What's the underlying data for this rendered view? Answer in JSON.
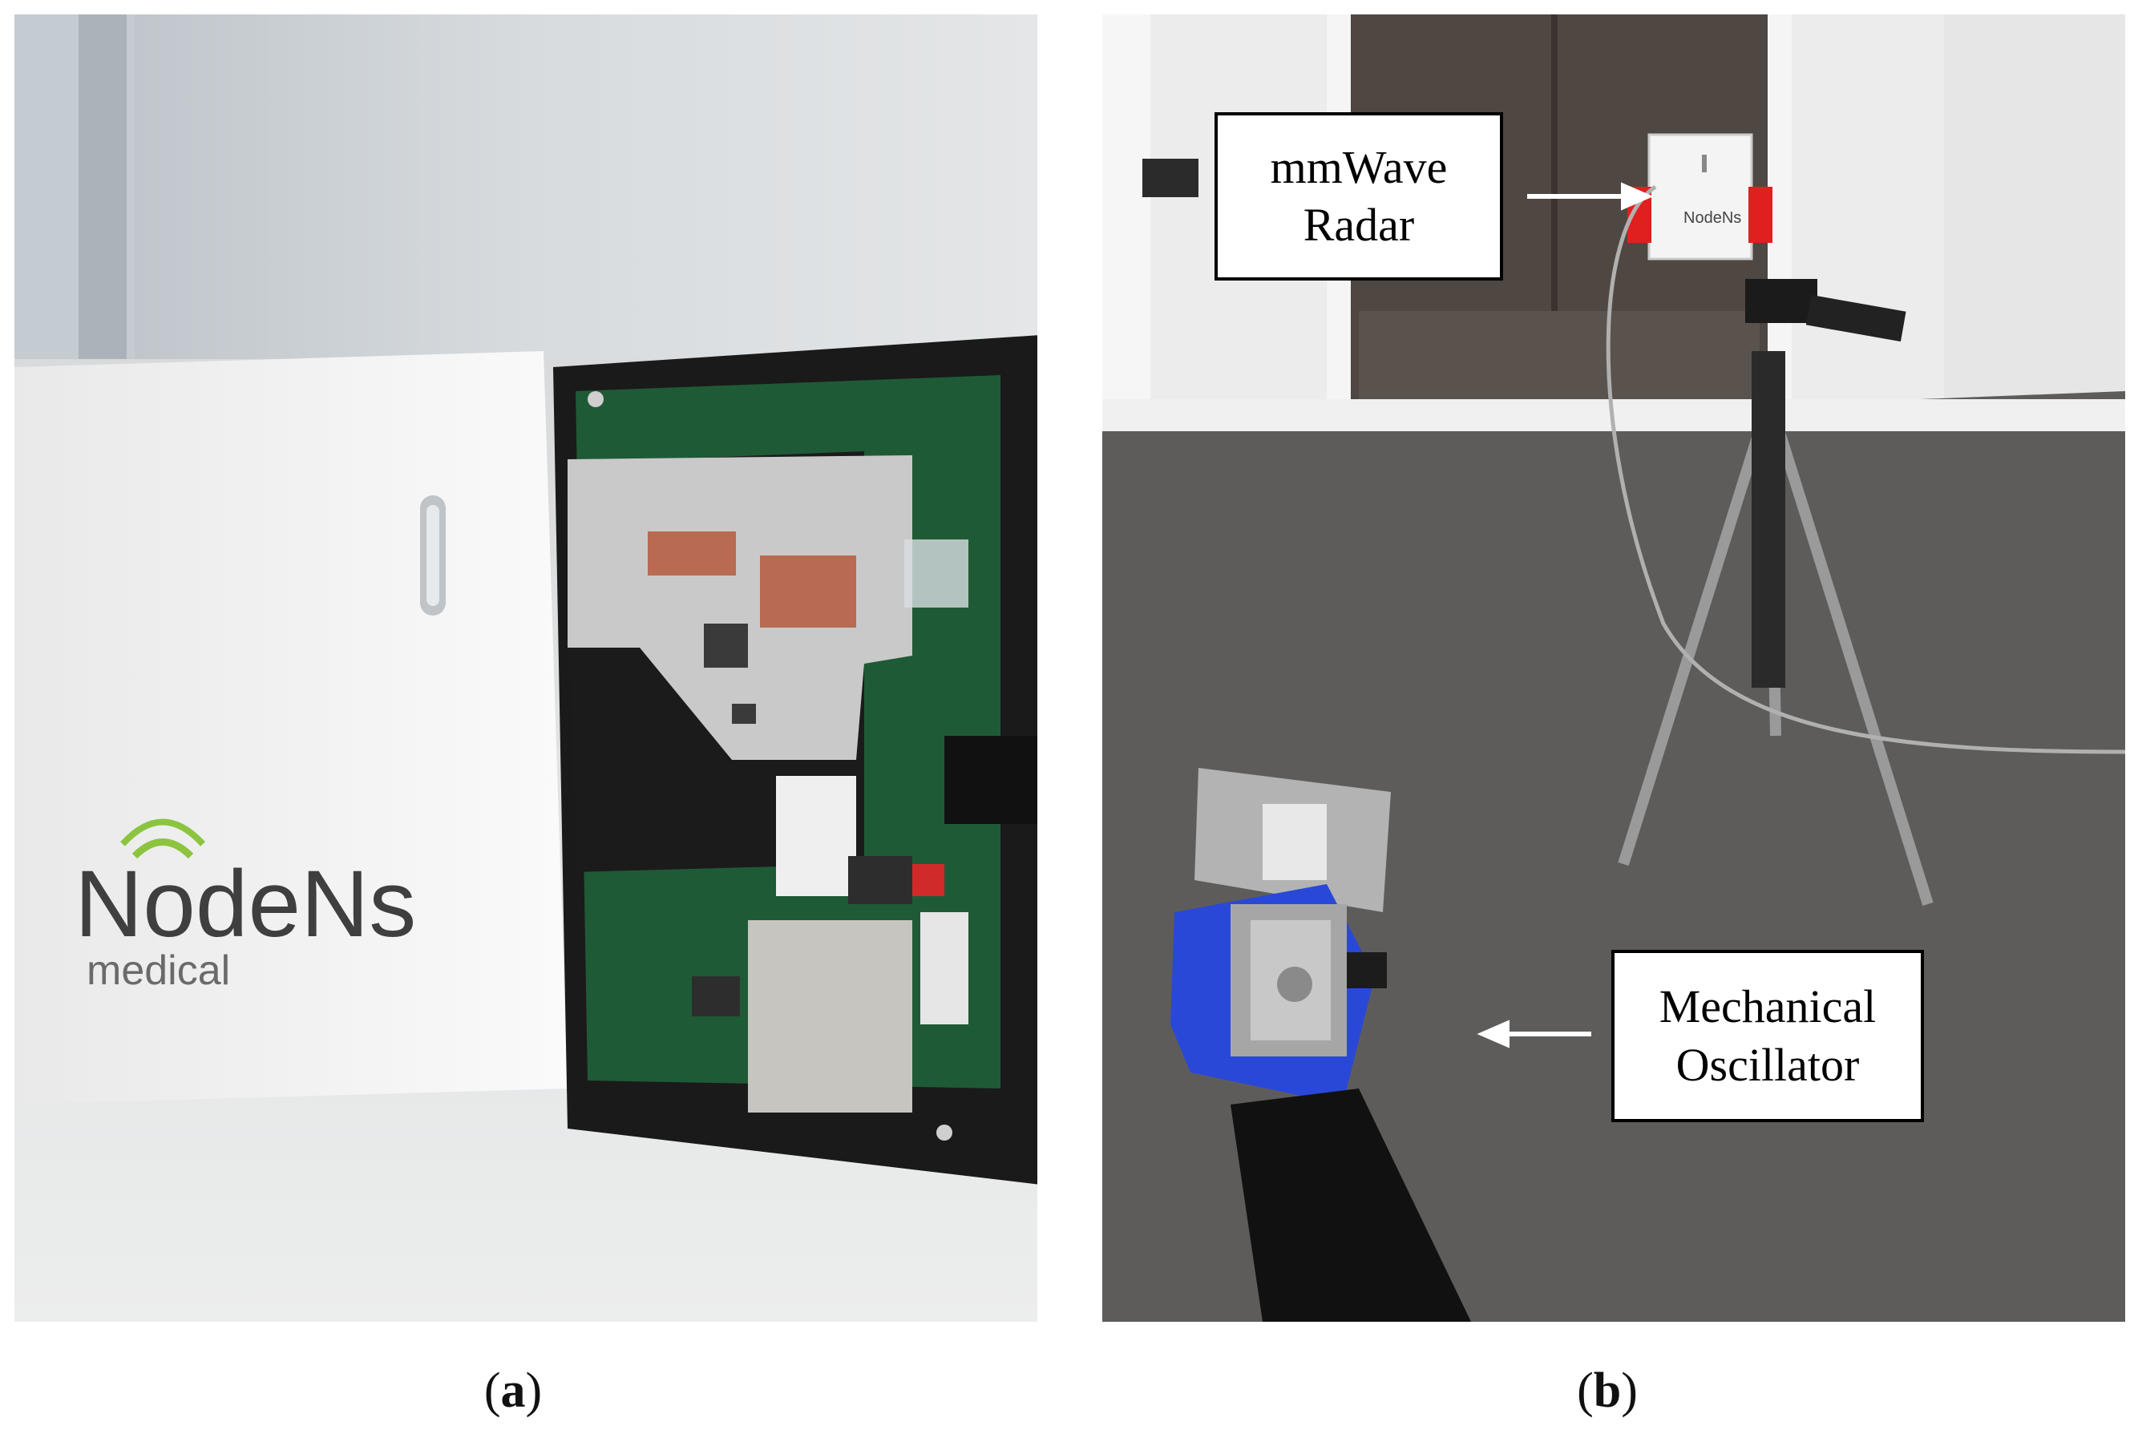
{
  "panels": [
    {
      "id": "a",
      "caption_letter": "a",
      "logo_text": "NodeNs",
      "logo_subtext": "medical"
    },
    {
      "id": "b",
      "caption_letter": "b"
    }
  ],
  "callouts": {
    "radar": {
      "line1": "mmWave",
      "line2": "Radar"
    },
    "oscillator": {
      "line1": "Mechanical",
      "line2": "Oscillator"
    }
  },
  "colors": {
    "pcb_green": "#1f5a36",
    "pcb_black": "#1b1b1b",
    "shield_silver": "#c9c9c9",
    "antenna_copper": "#b86a52",
    "carpet": "#5e5c5a",
    "wall": "#ececec",
    "door": "#4f4741",
    "mount_blue": "#2a48d8",
    "clamp_red": "#e0201e",
    "logo_green": "#8cc43f"
  }
}
